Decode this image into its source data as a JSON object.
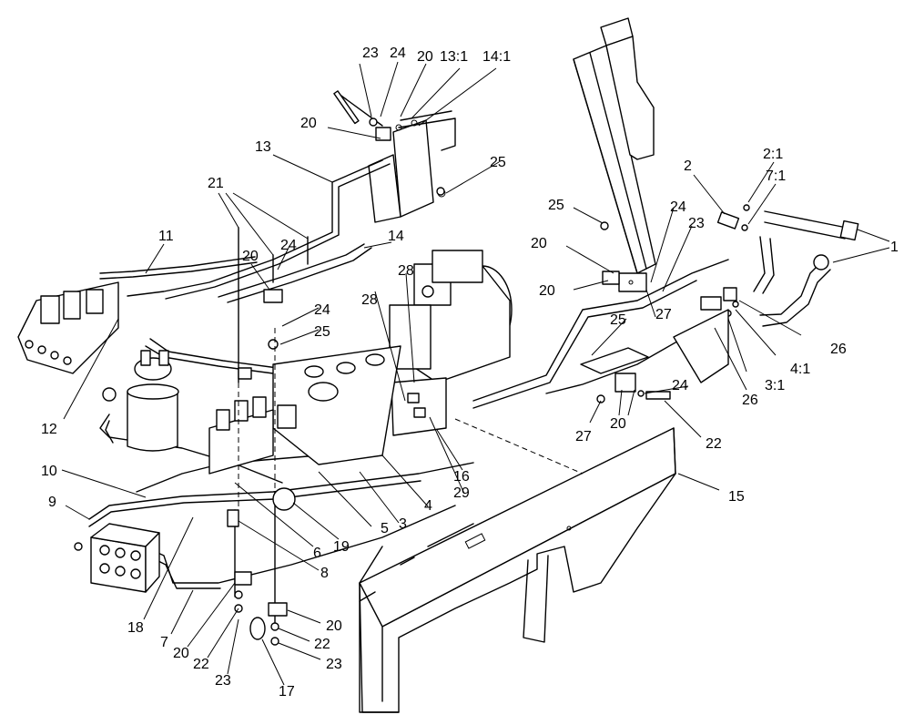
{
  "callouts": [
    {
      "id": "c-1",
      "text": "1"
    },
    {
      "id": "c-2",
      "text": "2"
    },
    {
      "id": "c-2-1",
      "text": "2:1"
    },
    {
      "id": "c-7-1",
      "text": "7:1"
    },
    {
      "id": "c-23a",
      "text": "23"
    },
    {
      "id": "c-24a",
      "text": "24"
    },
    {
      "id": "c-20a",
      "text": "20"
    },
    {
      "id": "c-13-1",
      "text": "13:1"
    },
    {
      "id": "c-14-1",
      "text": "14:1"
    },
    {
      "id": "c-20b",
      "text": "20"
    },
    {
      "id": "c-13",
      "text": "13"
    },
    {
      "id": "c-25a",
      "text": "25"
    },
    {
      "id": "c-21",
      "text": "21"
    },
    {
      "id": "c-24b",
      "text": "24"
    },
    {
      "id": "c-20c",
      "text": "20"
    },
    {
      "id": "c-14",
      "text": "14"
    },
    {
      "id": "c-11",
      "text": "11"
    },
    {
      "id": "c-28a",
      "text": "28"
    },
    {
      "id": "c-28b",
      "text": "28"
    },
    {
      "id": "c-24c",
      "text": "24"
    },
    {
      "id": "c-25b",
      "text": "25"
    },
    {
      "id": "c-12",
      "text": "12"
    },
    {
      "id": "c-25c",
      "text": "25"
    },
    {
      "id": "c-24d",
      "text": "24"
    },
    {
      "id": "c-23b",
      "text": "23"
    },
    {
      "id": "c-20d",
      "text": "20"
    },
    {
      "id": "c-20e",
      "text": "20"
    },
    {
      "id": "c-27a",
      "text": "27"
    },
    {
      "id": "c-25d",
      "text": "25"
    },
    {
      "id": "c-26a",
      "text": "26"
    },
    {
      "id": "c-4-1",
      "text": "4:1"
    },
    {
      "id": "c-3-1",
      "text": "3:1"
    },
    {
      "id": "c-26b",
      "text": "26"
    },
    {
      "id": "c-24e",
      "text": "24"
    },
    {
      "id": "c-20f",
      "text": "20"
    },
    {
      "id": "c-27b",
      "text": "27"
    },
    {
      "id": "c-22a",
      "text": "22"
    },
    {
      "id": "c-16",
      "text": "16"
    },
    {
      "id": "c-29",
      "text": "29"
    },
    {
      "id": "c-10",
      "text": "10"
    },
    {
      "id": "c-9",
      "text": "9"
    },
    {
      "id": "c-4",
      "text": "4"
    },
    {
      "id": "c-3",
      "text": "3"
    },
    {
      "id": "c-5",
      "text": "5"
    },
    {
      "id": "c-19",
      "text": "19"
    },
    {
      "id": "c-6",
      "text": "6"
    },
    {
      "id": "c-8",
      "text": "8"
    },
    {
      "id": "c-15",
      "text": "15"
    },
    {
      "id": "c-18",
      "text": "18"
    },
    {
      "id": "c-7",
      "text": "7"
    },
    {
      "id": "c-20g",
      "text": "20"
    },
    {
      "id": "c-22b",
      "text": "22"
    },
    {
      "id": "c-23c",
      "text": "23"
    },
    {
      "id": "c-17",
      "text": "17"
    },
    {
      "id": "c-20h",
      "text": "20"
    },
    {
      "id": "c-22c",
      "text": "22"
    },
    {
      "id": "c-23d",
      "text": "23"
    }
  ]
}
